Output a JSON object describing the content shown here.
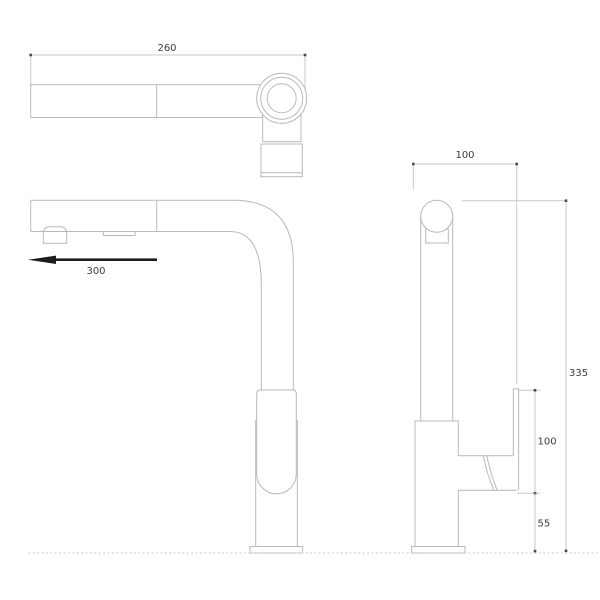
{
  "drawing_type": "faucet-technical-dimension-drawing",
  "colors": {
    "background": "#ffffff",
    "outline": "#b9b9b9",
    "dimension_line": "#c9c9c9",
    "tick": "#4a4a4a",
    "text": "#3c3c3c",
    "arrow": "#1c1c1c"
  },
  "dimensions": {
    "spout_length_top": {
      "value": "260"
    },
    "pullout_extension": {
      "value": "300"
    },
    "spout_reach_front": {
      "value": "100"
    },
    "total_height": {
      "value": "335"
    },
    "handle_section_height": {
      "value": "100"
    },
    "base_section_height": {
      "value": "55"
    }
  }
}
